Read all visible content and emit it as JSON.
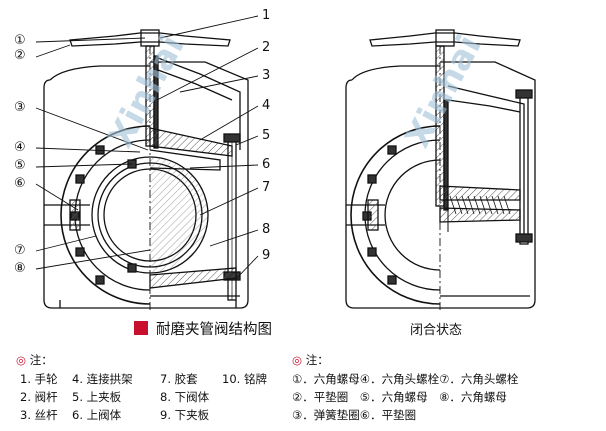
{
  "left_callouts": {
    "c1": "①",
    "c2": "②",
    "c3": "③",
    "c4": "④",
    "c5": "⑤",
    "c6": "⑥",
    "c7": "⑦",
    "c8": "⑧"
  },
  "right_callouts": {
    "n1": "1",
    "n2": "2",
    "n3": "3",
    "n4": "4",
    "n5": "5",
    "n6": "6",
    "n7": "7",
    "n8": "8",
    "n9": "9"
  },
  "watermark": "Xinhai",
  "caption_main": "耐磨夹管阀结构图",
  "caption_closed": "闭合状态",
  "notes_left": {
    "header_mark": "◎",
    "header": "注：",
    "rows": [
      [
        "1. 手轮",
        "4. 连接拱架",
        "7. 胶套",
        "10. 铭牌"
      ],
      [
        "2. 阀杆",
        "5. 上夹板",
        "8. 下阀体",
        ""
      ],
      [
        "3. 丝杆",
        "6. 上阀体",
        "9. 下夹板",
        ""
      ]
    ]
  },
  "notes_right": {
    "header_mark": "◎",
    "header": "注：",
    "rows": [
      [
        "①．六角螺母④．六角头螺栓⑦．六角头螺栓"
      ],
      [
        "②．平垫圈　⑤．六角螺母　⑧．六角螺母"
      ],
      [
        "③．弹簧垫圈⑥．平垫圈"
      ]
    ]
  },
  "colors": {
    "accent": "#c8102e",
    "line": "#111111",
    "hatch": "#555555",
    "watermark": "#9fc0d8"
  }
}
